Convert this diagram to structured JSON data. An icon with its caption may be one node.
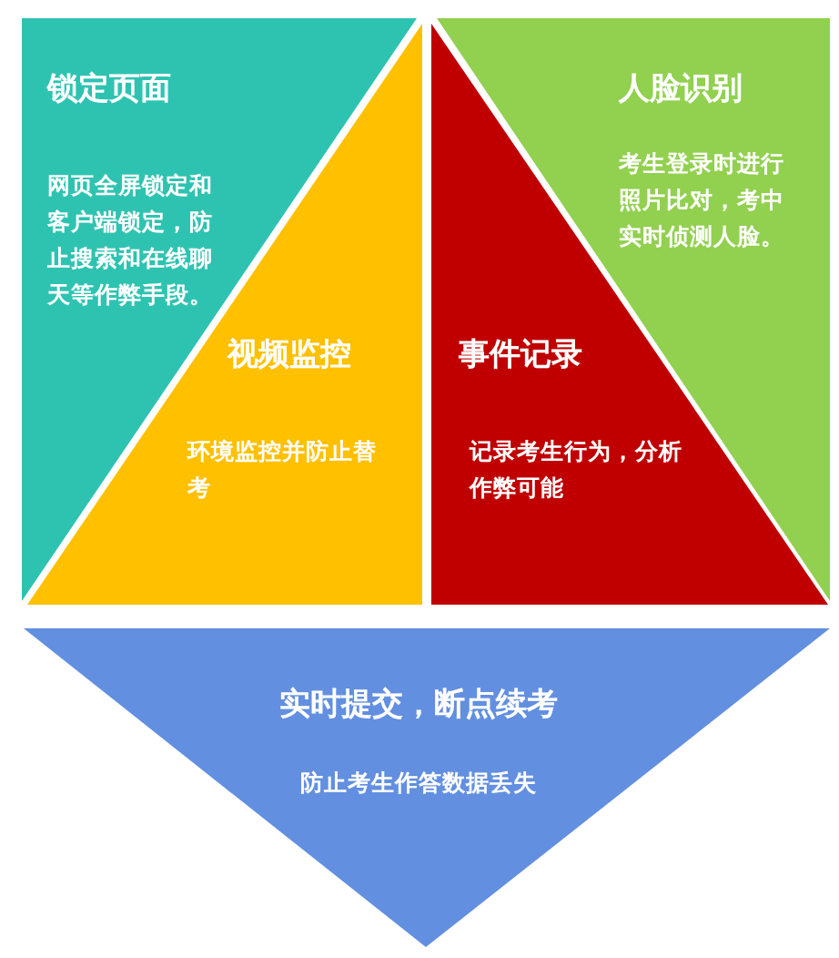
{
  "diagram": {
    "nodes": [
      {
        "text": [
          "锁定页面",
          "网页全屏锁定和客户端锁定，防止搜索和在线聊天等作弊手段。"
        ]
      },
      {
        "text": [
          "视频监控",
          "环境监控并防止替考"
        ]
      },
      {
        "text": [
          "事件记录",
          "记录考生行为，分析作弊可能"
        ]
      },
      {
        "text": [
          "人脸识别",
          "考生登录时进行照片比对，考中实时侦测人脸。"
        ]
      },
      {
        "text": [
          "实时提交，断点续考",
          "防止考生作答数据丢失"
        ]
      }
    ]
  }
}
